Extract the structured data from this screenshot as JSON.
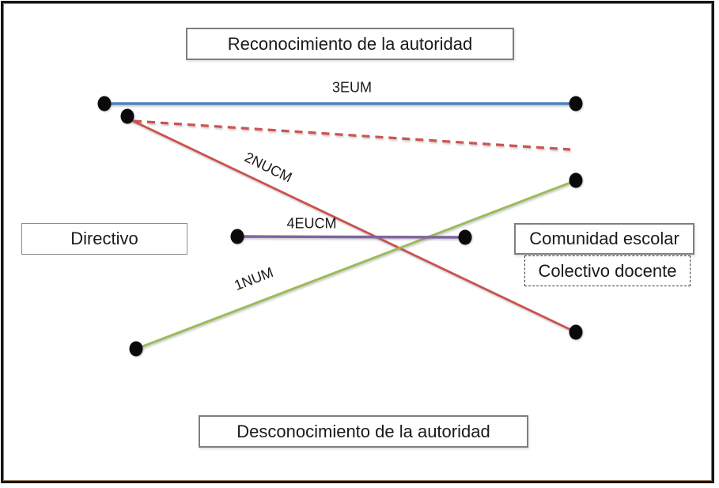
{
  "diagram": {
    "title_axis_top": "Reconocimiento de la autoridad",
    "title_axis_bottom": "Desconocimiento de la autoridad",
    "node_left": {
      "label": "Directivo"
    },
    "node_right": {
      "label": "Comunidad escolar"
    },
    "node_right_sub": {
      "label": "Colectivo docente"
    },
    "edges": [
      {
        "label": "3EUM",
        "color": "#4F81BD",
        "style": "solid"
      },
      {
        "label": "2NUCM",
        "color": "#C9534F",
        "style": "solid"
      },
      {
        "label": "4EUCM",
        "color": "#8064A2",
        "style": "solid"
      },
      {
        "label": "1NUM",
        "color": "#9BBB59",
        "style": "solid"
      },
      {
        "label": "",
        "color": "#CC5450",
        "style": "dashed"
      }
    ],
    "endpoint_color": "#0a0a0a",
    "frame_colors": {
      "outer": "#161616",
      "inner": "#9c7a5e"
    }
  }
}
